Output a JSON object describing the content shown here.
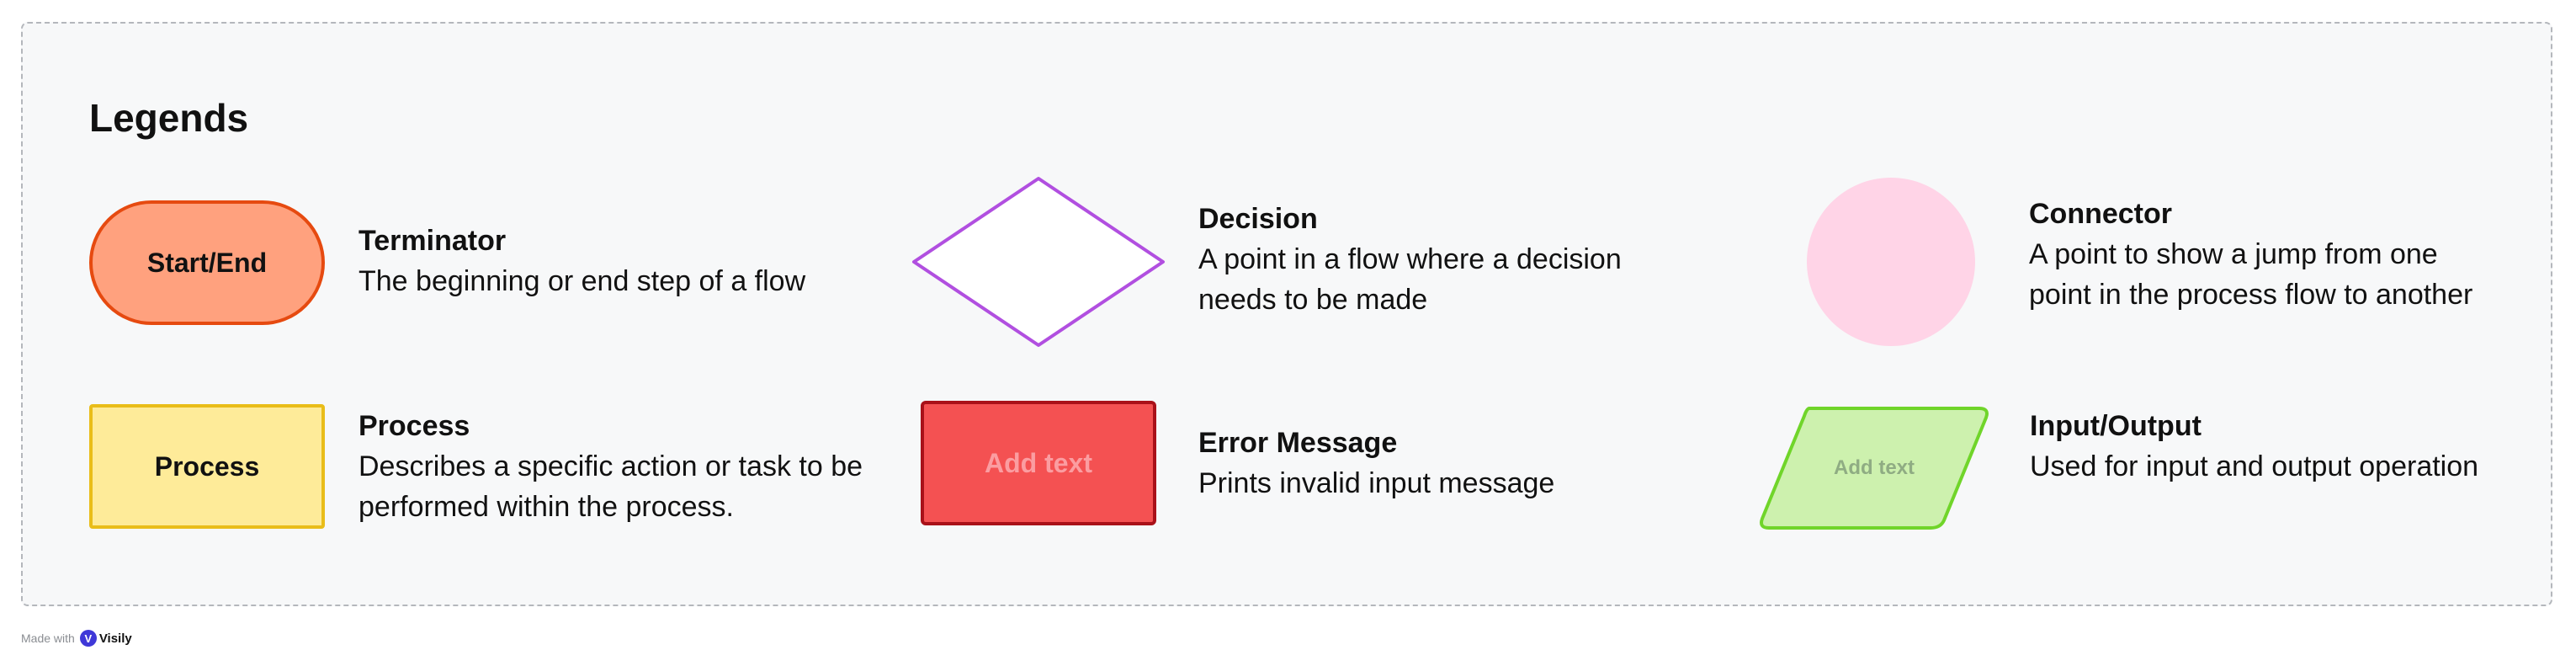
{
  "legend": {
    "title": "Legends",
    "items": [
      {
        "shape": "rounded-pill",
        "shape_label": "Start/End",
        "name": "Terminator",
        "description": "The beginning or end step of a flow",
        "fill": "#ffa17e",
        "stroke": "#e64a10"
      },
      {
        "shape": "diamond",
        "shape_label": "",
        "name": "Decision",
        "description_lines": [
          "A point in a flow where a decision",
          "needs to be made"
        ],
        "fill": "#ffffff",
        "stroke": "#b14fe0"
      },
      {
        "shape": "circle",
        "shape_label": "",
        "name": "Connector",
        "description_lines": [
          "A point to show a jump from one",
          "point in the process flow to another"
        ],
        "fill": "#ffd4e7"
      },
      {
        "shape": "rectangle",
        "shape_label": "Process",
        "name": "Process",
        "description_lines": [
          "Describes a specific action or task to be",
          "performed within the process."
        ],
        "fill": "#feeb99",
        "stroke": "#e9bd19"
      },
      {
        "shape": "rectangle",
        "shape_label": "Add text",
        "name": "Error Message",
        "description": "Prints invalid input message",
        "fill": "#f45152",
        "stroke": "#a91119"
      },
      {
        "shape": "parallelogram",
        "shape_label": "Add text",
        "name": "Input/Output",
        "description": "Used for input and output operation",
        "fill": "#cdf1ae",
        "stroke": "#70d52a"
      }
    ]
  },
  "footer": {
    "made_with": "Made with",
    "brand_icon": "V",
    "brand_name": "Visily"
  }
}
